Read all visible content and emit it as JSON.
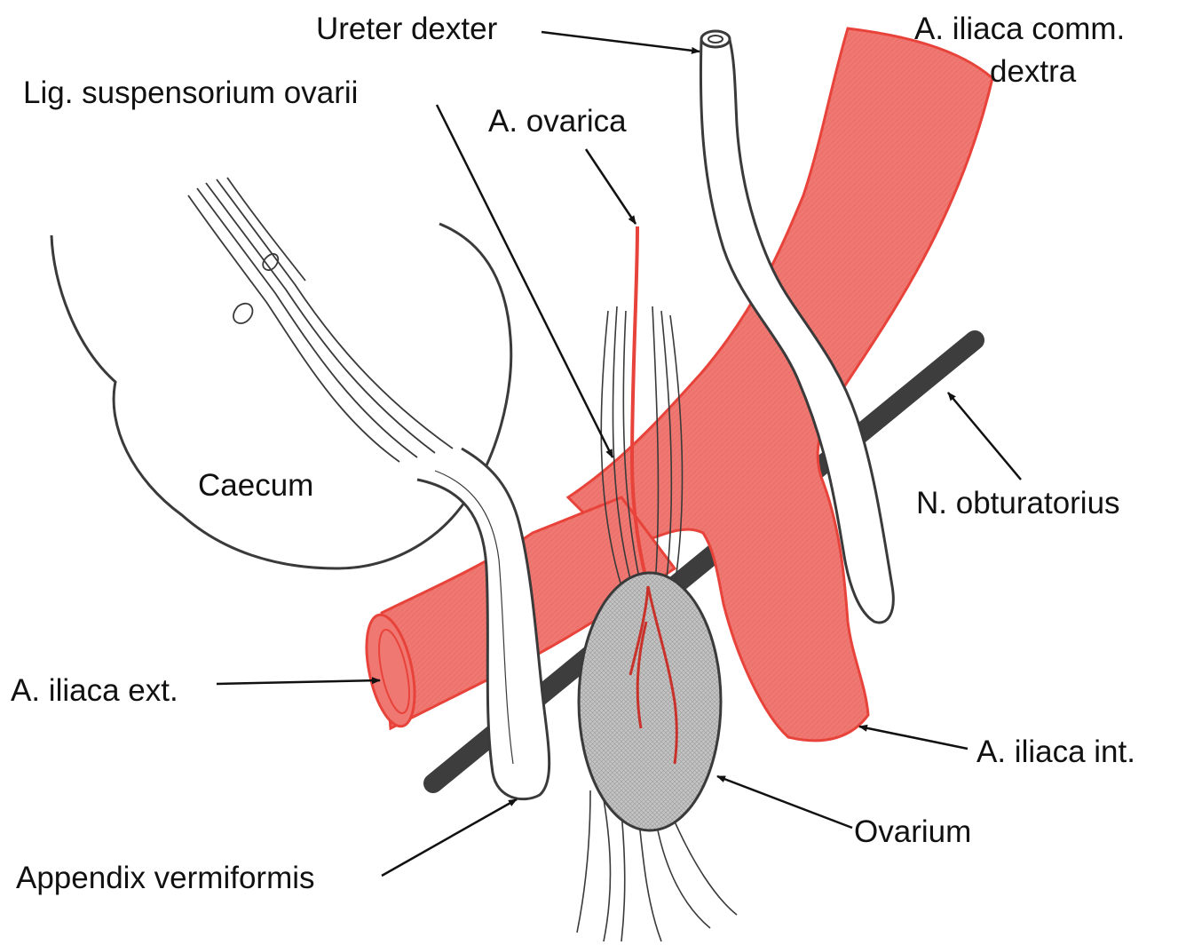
{
  "labels": {
    "ureter_dexter": "Ureter dexter",
    "iliaca_comm_line1": "A. iliaca comm.",
    "iliaca_comm_line2": "dextra",
    "lig_suspensorium": "Lig. suspensorium ovarii",
    "a_ovarica": "A. ovarica",
    "caecum": "Caecum",
    "n_obturatorius": "N. obturatorius",
    "iliaca_ext": "A. iliaca ext.",
    "iliaca_int": "A. iliaca int.",
    "ovarium": "Ovarium",
    "appendix": "Appendix vermiformis"
  },
  "colors": {
    "artery_fill": "#f07872",
    "artery_stroke": "#e8433a",
    "outline": "#3a3a3a",
    "nerve": "#3d3d3d",
    "ovary_fill": "#bdbdbd",
    "background": "#ffffff"
  }
}
